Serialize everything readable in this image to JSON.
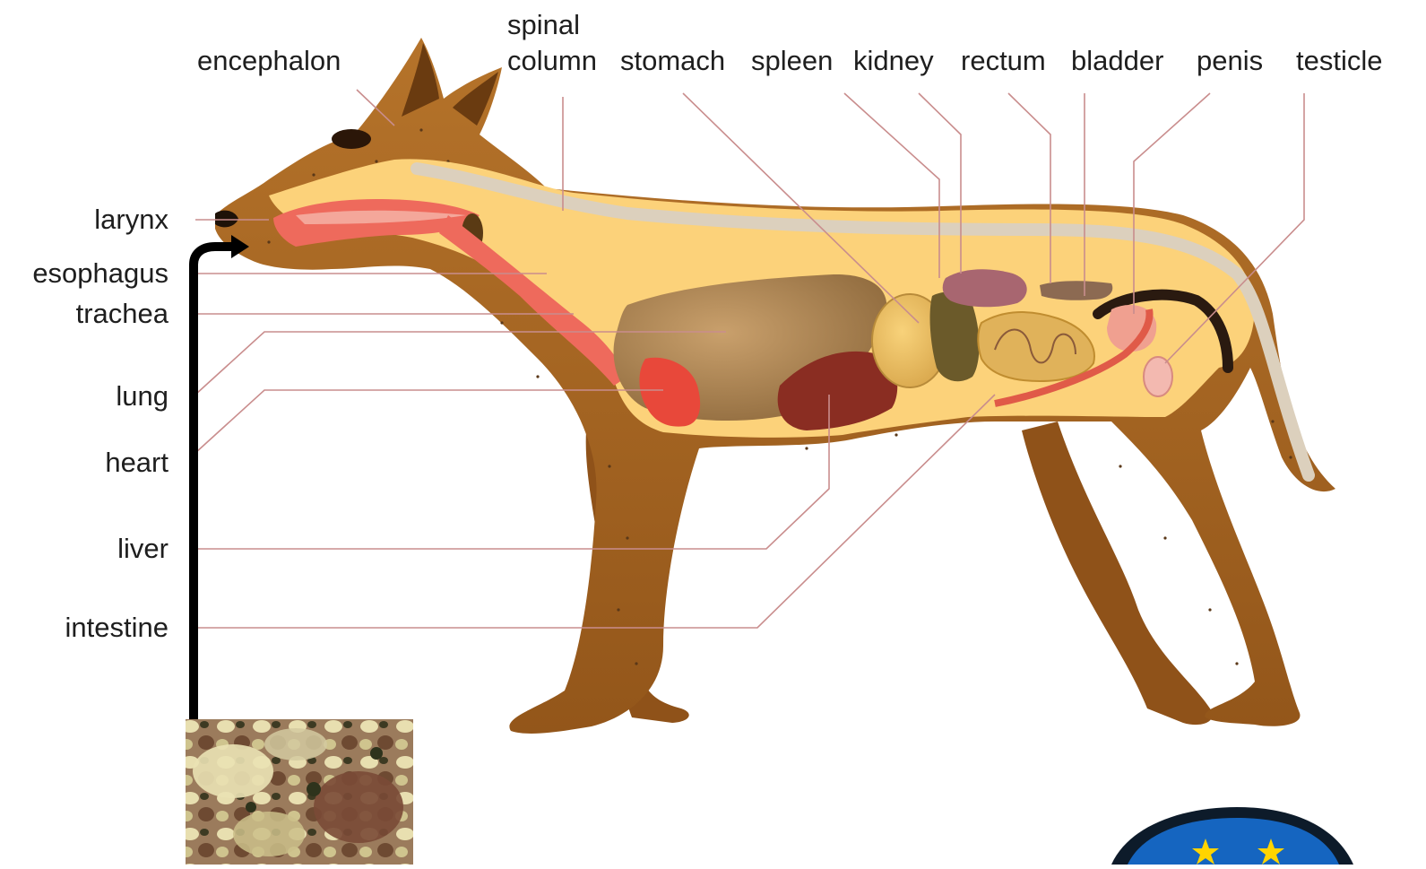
{
  "labels": {
    "encephalon": "encephalon",
    "spinal_1": "spinal",
    "spinal_2": "column",
    "stomach": "stomach",
    "spleen": "spleen",
    "kidney": "kidney",
    "rectum": "rectum",
    "bladder": "bladder",
    "penis": "penis",
    "testicle": "testicle",
    "larynx": "larynx",
    "esophagus": "esophagus",
    "trachea": "trachea",
    "lung": "lung",
    "heart": "heart",
    "liver": "liver",
    "intestine": "intestine"
  },
  "colors": {
    "body_fur": "#a8671f",
    "body_inner": "#fcd27a",
    "leader_line": "#c98d8d",
    "arrow": "#000000",
    "badge": "#1565c0",
    "badge_star": "#ffd400"
  },
  "icons": {
    "food_photo": "food-sample-photo",
    "badge": "emblem-badge-icon",
    "arrow": "feeding-arrow-icon"
  }
}
